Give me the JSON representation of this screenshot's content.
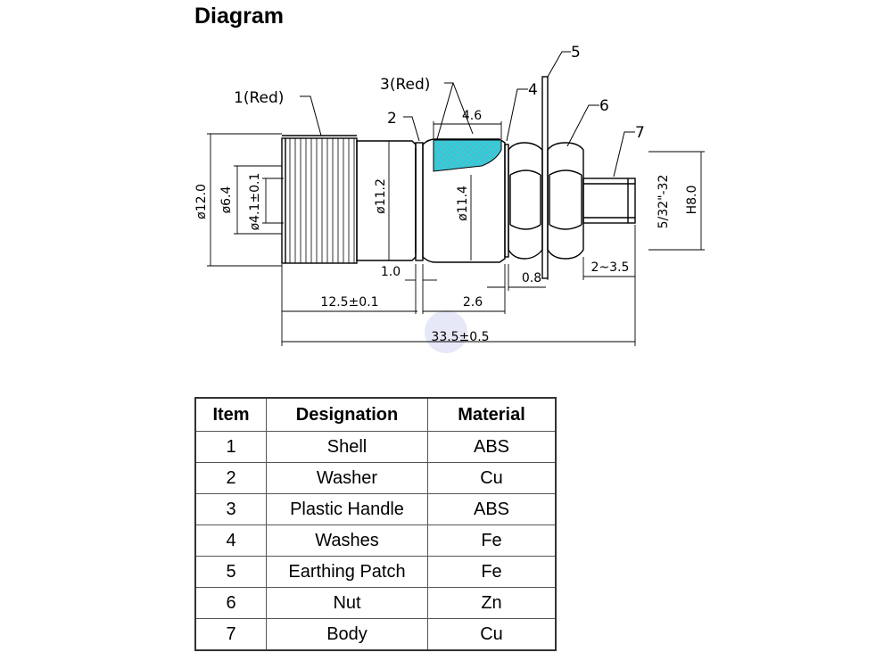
{
  "heading": "Diagram",
  "callouts": {
    "p1": "1(Red)",
    "p2": "2",
    "p3": "3(Red)",
    "p4": "4",
    "p5": "5",
    "p6": "6",
    "p7": "7"
  },
  "dimensions": {
    "d12": "ø12.0",
    "d64": "ø6.4",
    "d41": "ø4.1±0.1",
    "d112": "ø11.2",
    "d114": "ø11.4",
    "w46": "4.6",
    "thread": "5/32\"-32",
    "h8": "H8.0",
    "t10": "1.0",
    "t08": "0.8",
    "r235": "2~3.5",
    "l125": "12.5±0.1",
    "l26": "2.6",
    "l335": "33.5±0.5"
  },
  "table": {
    "headers": [
      "Item",
      "Designation",
      "Material"
    ],
    "rows": [
      [
        "1",
        "Shell",
        "ABS"
      ],
      [
        "2",
        "Washer",
        "Cu"
      ],
      [
        "3",
        "Plastic Handle",
        "ABS"
      ],
      [
        "4",
        "Washes",
        "Fe"
      ],
      [
        "5",
        "Earthing Patch",
        "Fe"
      ],
      [
        "6",
        "Nut",
        "Zn"
      ],
      [
        "7",
        "Body",
        "Cu"
      ]
    ]
  },
  "colors": {
    "handle_fill": "#29d3d6",
    "watermark": "#e6e8f8"
  }
}
